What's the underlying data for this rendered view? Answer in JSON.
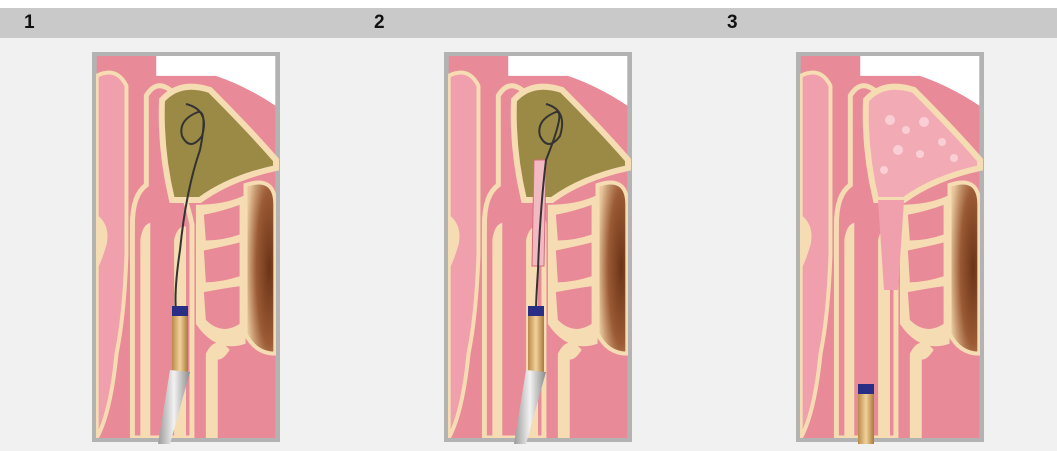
{
  "steps": [
    {
      "number": "1"
    },
    {
      "number": "2"
    },
    {
      "number": "3"
    }
  ],
  "colors": {
    "header": "#c9c9c9",
    "background": "#f1f1f1",
    "frame": "#b3b3b3",
    "tissue": "#e98a98",
    "tissue_dark": "#d76c7c",
    "bone": "#f6dcb3",
    "mucus": "#9b8a45",
    "eye": "#8a5030",
    "catheter_tip": "#2a2f86",
    "healed_sinus": "#f2aab5"
  },
  "icons": {
    "guide_wire": "guide-wire-icon",
    "balloon_catheter": "balloon-catheter-icon"
  }
}
